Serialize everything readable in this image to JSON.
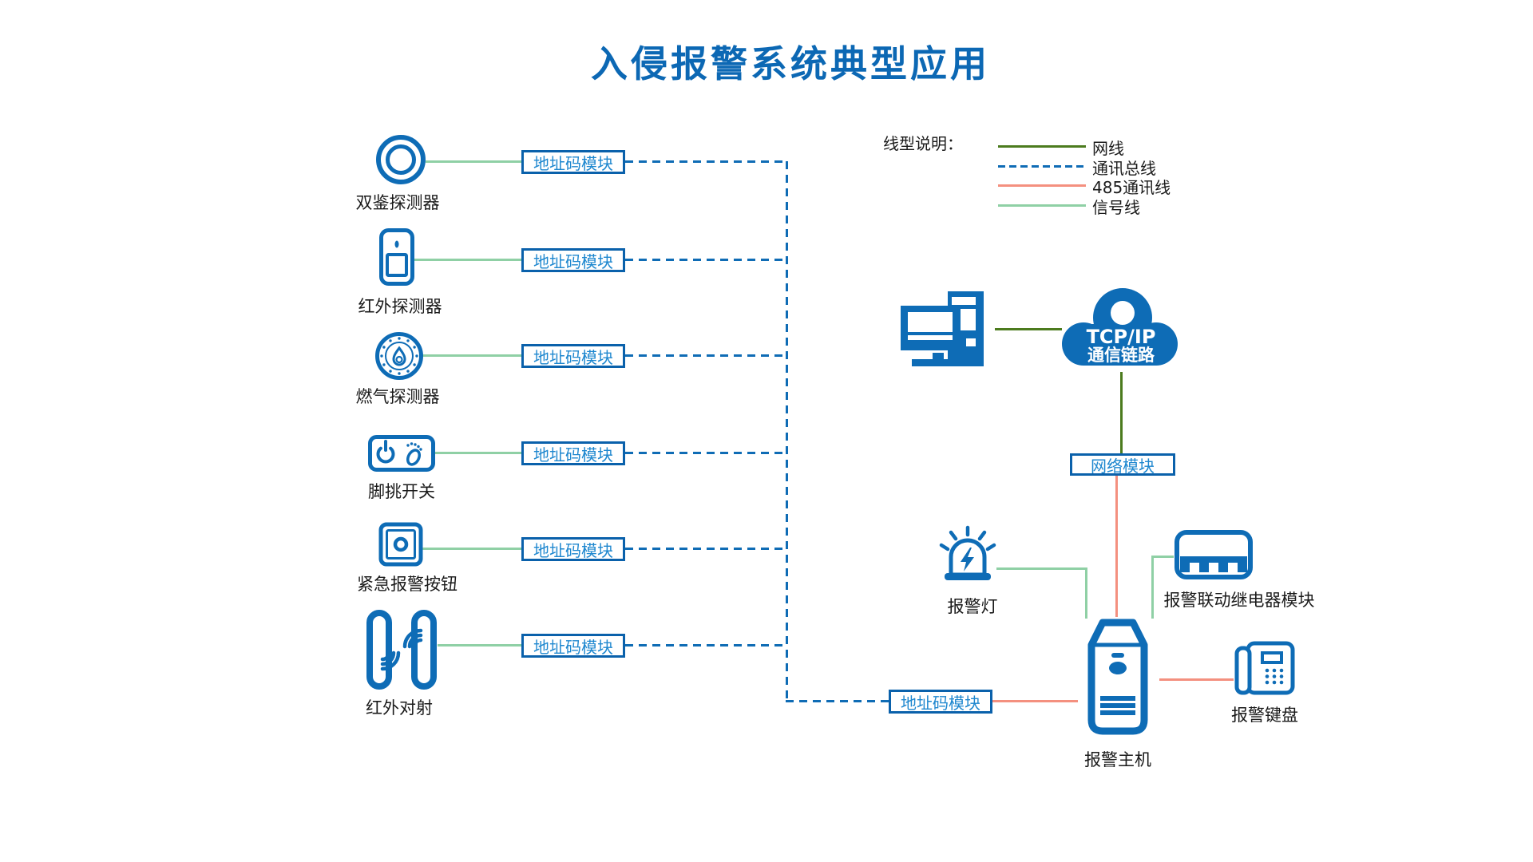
{
  "title": "入侵报警系统典型应用",
  "colors": {
    "primary_blue": "#0e6cb6",
    "box_border_blue": "#0a61ab",
    "box_text_blue": "#1e87cf",
    "bus_dashed_blue": "#0f6cb5",
    "network_line_green": "#4c7b1e",
    "signal_line_green": "#8fd0a5",
    "rs485_line_salmon": "#f4907f"
  },
  "legend": {
    "heading": "线型说明：",
    "items": [
      {
        "label": "网线",
        "style": "solid",
        "color": "#4c7b1e"
      },
      {
        "label": "通讯总线",
        "style": "dashed",
        "color": "#0f6cb5"
      },
      {
        "label": "485通讯线",
        "style": "solid",
        "color": "#f4907f"
      },
      {
        "label": "信号线",
        "style": "solid",
        "color": "#8fd0a5"
      }
    ]
  },
  "labels": {
    "address_module": "地址码模块",
    "network_module": "网络模块"
  },
  "devices": [
    {
      "name": "双鉴探测器"
    },
    {
      "name": "红外探测器"
    },
    {
      "name": "燃气探测器"
    },
    {
      "name": "脚挑开关"
    },
    {
      "name": "紧急报警按钮"
    },
    {
      "name": "红外对射"
    }
  ],
  "nodes": {
    "cloud_line1": "TCP/IP",
    "cloud_line2": "通信链路",
    "alarm_light": "报警灯",
    "relay_module": "报警联动继电器模块",
    "alarm_host": "报警主机",
    "alarm_keypad": "报警键盘"
  }
}
